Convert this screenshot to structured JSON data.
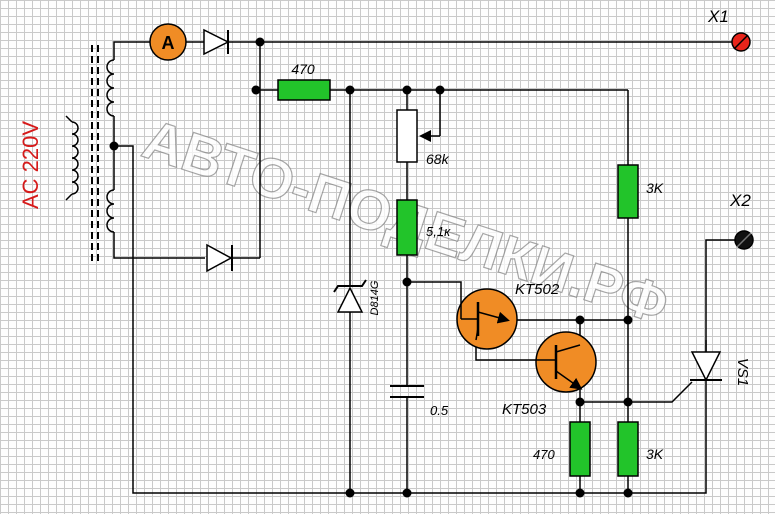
{
  "watermark": "АВТО-ПОДЕЛКИ.РФ",
  "source_label": "AC 220V",
  "terminals": {
    "x1": "X1",
    "x2": "X2"
  },
  "ammeter": "A",
  "resistors": {
    "r_top": "470",
    "pot": "68k",
    "r_mid": "5,1к",
    "r_right": "3K",
    "r_bot_a": "470",
    "r_bot_b": "3K"
  },
  "zener": "D814G",
  "capacitor": "0.5",
  "transistors": {
    "q1": "KT502",
    "q2": "KT503"
  },
  "thyristor": "VS1",
  "colors": {
    "component_fill": "#22c42a",
    "transistor_fill": "#f08c25",
    "terminal_fill": "#e8241a",
    "label_red": "#d61a1a"
  }
}
